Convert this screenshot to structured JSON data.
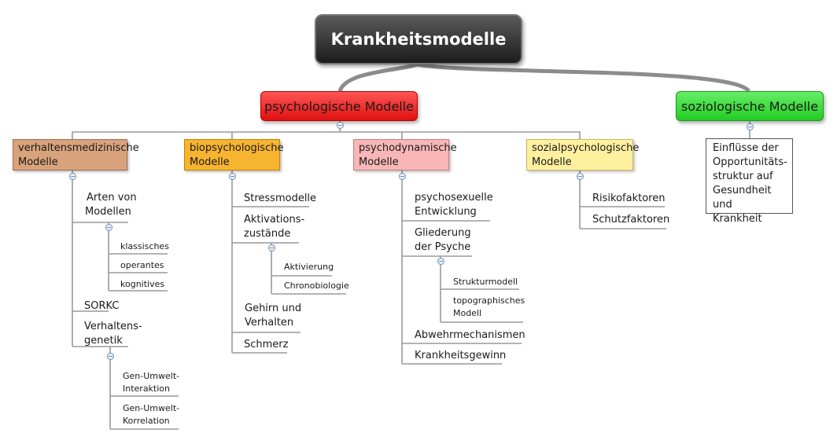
{
  "root": "Krankheitsmodelle",
  "psych": "psychologische Modelle",
  "soz": "soziologische Modelle",
  "soz_box": [
    "Einflüsse der",
    "Opportunitäts-",
    "struktur auf",
    "Gesundheit und",
    "Krankheit"
  ],
  "cat1": {
    "title": [
      "verhaltensmedizinische",
      "Modelle"
    ],
    "arten": [
      "Arten von",
      "Modellen"
    ],
    "arten_items": [
      "klassisches",
      "operantes",
      "kognitives"
    ],
    "sorkc": "SORKC",
    "gen": [
      "Verhaltens-",
      "genetik"
    ],
    "gen1": [
      "Gen-Umwelt-",
      "Interaktion"
    ],
    "gen2": [
      "Gen-Umwelt-",
      "Korrelation"
    ]
  },
  "cat2": {
    "title": [
      "biopsychologische",
      "Modelle"
    ],
    "stress": "Stressmodelle",
    "akt": [
      "Aktivations-",
      "zustände"
    ],
    "akt_items": [
      "Aktivierung",
      "Chronobiologie"
    ],
    "gehirn": [
      "Gehirn und",
      "Verhalten"
    ],
    "schmerz": "Schmerz"
  },
  "cat3": {
    "title": [
      "psychodynamische",
      "Modelle"
    ],
    "psychosex": [
      "psychosexuelle",
      "Entwicklung"
    ],
    "glied": [
      "Gliederung",
      "der Psyche"
    ],
    "struktur": "Strukturmodell",
    "topo": [
      "topographisches",
      "Modell"
    ],
    "abwehr": "Abwehrmechanismen",
    "gewinn": "Krankheitsgewinn"
  },
  "cat4": {
    "title": [
      "sozialpsychologische",
      "Modelle"
    ],
    "risiko": "Risikofaktoren",
    "schutz": "Schutzfaktoren"
  }
}
